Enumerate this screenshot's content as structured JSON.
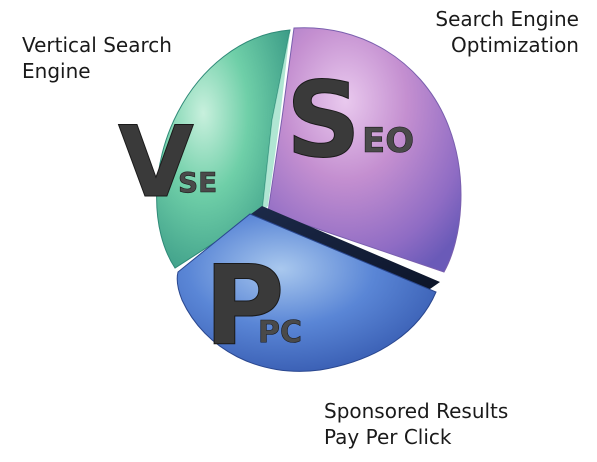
{
  "segments": {
    "vse": {
      "caption_lines": [
        "Vertical Search",
        "Engine"
      ],
      "big_letter": "V",
      "small_letters": "SE",
      "color": "#5fc9a4"
    },
    "seo": {
      "caption_lines": [
        "Search Engine",
        "Optimization"
      ],
      "big_letter": "S",
      "small_letters": "EO",
      "color": "#b07cc6"
    },
    "ppc": {
      "caption_lines": [
        "Sponsored Results",
        "Pay Per Click"
      ],
      "big_letter": "P",
      "small_letters": "PC",
      "color": "#4a72c8"
    }
  }
}
